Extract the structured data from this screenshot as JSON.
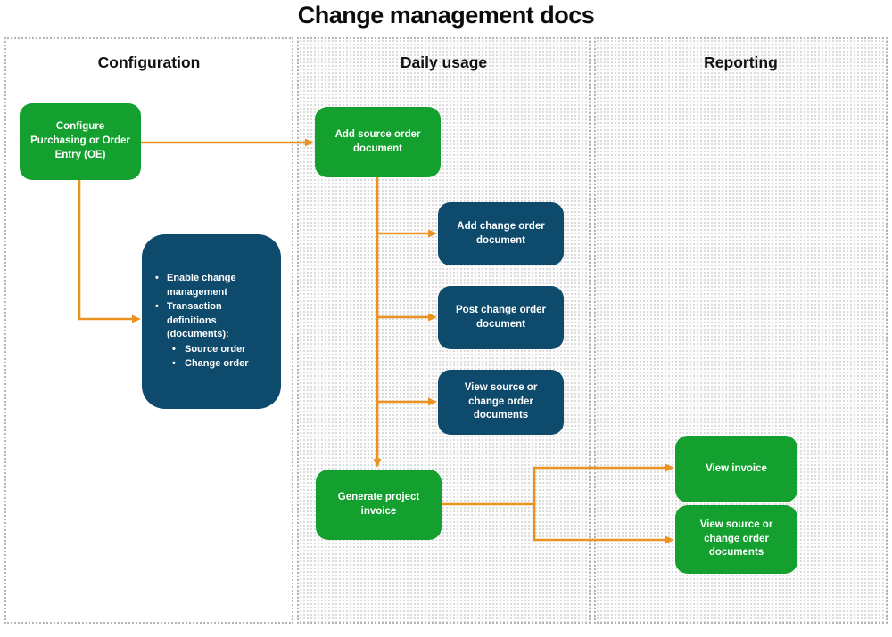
{
  "title": "Change management docs",
  "colors": {
    "title_text": "#0b0b0b",
    "node_green": "#14a02e",
    "node_blue": "#0e4a6b",
    "node_text": "#ffffff",
    "arrow_orange": "#ec9220",
    "lane_border": "#b5b5b5",
    "lane_dot": "#d8d8d8"
  },
  "lanes": [
    {
      "label": "Configuration"
    },
    {
      "label": "Daily usage"
    },
    {
      "label": "Reporting"
    }
  ],
  "nodes": {
    "configure_oe": "Configure Purchasing or Order Entry (OE)",
    "config_details": {
      "items": [
        "Enable change management",
        "Transaction definitions (documents):"
      ],
      "subitems": [
        "Source order",
        "Change order"
      ]
    },
    "add_source_order": "Add source order document",
    "add_change_order": "Add change order document",
    "post_change_order": "Post change order document",
    "view_source_or_change_docs": "View source or change order documents",
    "generate_project_invoice": "Generate project invoice",
    "view_invoice": "View invoice",
    "view_source_or_change_docs_report": "View source or change order documents"
  }
}
